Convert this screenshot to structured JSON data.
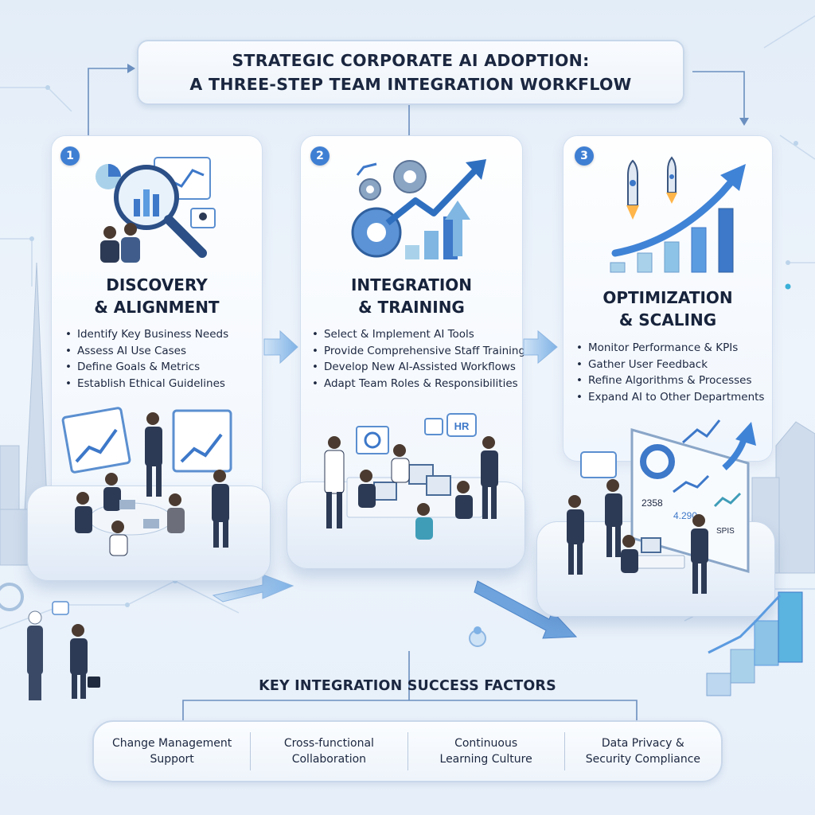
{
  "title": {
    "line1": "STRATEGIC CORPORATE AI ADOPTION:",
    "line2": "A THREE-STEP TEAM INTEGRATION WORKFLOW"
  },
  "steps": [
    {
      "number": "1",
      "title_line1": "DISCOVERY",
      "title_line2": "& ALIGNMENT",
      "bullets": [
        "Identify Key Business Needs",
        "Assess AI Use Cases",
        "Define Goals & Metrics",
        "Establish Ethical Guidelines"
      ]
    },
    {
      "number": "2",
      "title_line1": "INTEGRATION",
      "title_line2": "& TRAINING",
      "bullets": [
        "Select & Implement AI Tools",
        "Provide Comprehensive Staff Training",
        "Develop New AI-Assisted Workflows",
        "Adapt Team Roles & Responsibilities"
      ]
    },
    {
      "number": "3",
      "title_line1": "OPTIMIZATION",
      "title_line2": "& SCALING",
      "bullets": [
        "Monitor Performance & KPIs",
        "Gather User Feedback",
        "Refine Algorithms & Processes",
        "Expand AI to Other Departments"
      ]
    }
  ],
  "illustration_labels": {
    "hr_tag": "HR",
    "metric_a": "2358",
    "metric_b": "4.290",
    "metric_c": "SPIS"
  },
  "success_factors": {
    "title": "KEY INTEGRATION SUCCESS FACTORS",
    "items": [
      "Change Management\nSupport",
      "Cross-functional\nCollaboration",
      "Continuous\nLearning Culture",
      "Data Privacy &\nSecurity Compliance"
    ]
  },
  "colors": {
    "accent": "#3f7fd3",
    "arrow": "#5b9be0",
    "bar_light": "#a9d2ea",
    "bar_dark": "#3d78c9",
    "suit": "#2d3a55"
  }
}
